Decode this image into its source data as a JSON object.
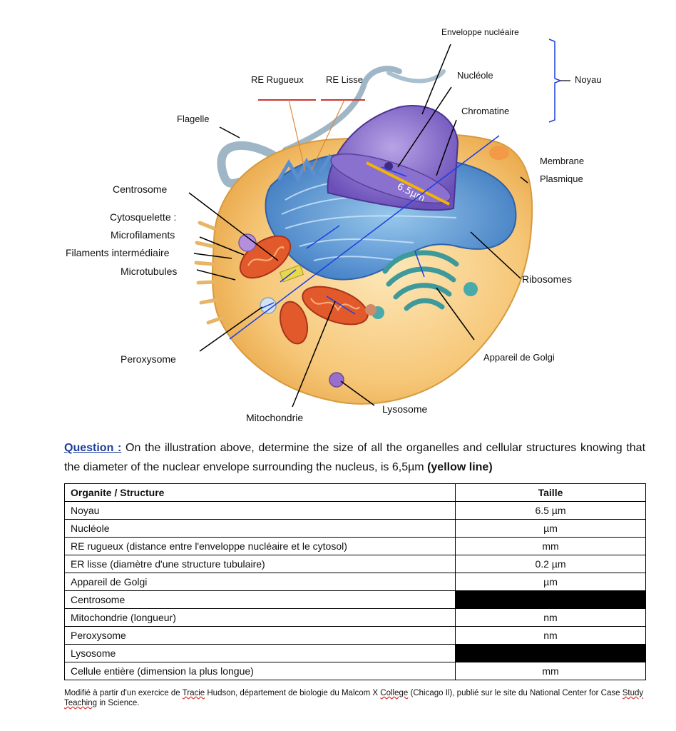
{
  "labels": {
    "enveloppe": "Enveloppe nucléaire",
    "nucleole": "Nucléole",
    "noyau": "Noyau",
    "chromatine": "Chromatine",
    "re_rugueux": "RE Rugueux",
    "re_lisse": "RE Lisse",
    "flagelle": "Flagelle",
    "membrane_line1": "Membrane",
    "membrane_line2": "Plasmique",
    "centrosome": "Centrosome",
    "cytosquelette": "Cytosquelette :",
    "microfilaments": "Microfilaments",
    "filaments": "Filaments intermédiaire",
    "microtubules": "Microtubules",
    "ribosomes": "Ribosomes",
    "peroxysome": "Peroxysome",
    "golgi": "Appareil de Golgi",
    "lysosome": "Lysosome",
    "mitochondrie": "Mitochondrie",
    "scale": "6.5µm"
  },
  "colors": {
    "yellow_line": "#f5b400",
    "blue_line": "#1a3fe0",
    "red_line": "#d0342c",
    "question_label": "#1f3f9a"
  },
  "question": {
    "label": "Question :",
    "text": " On the illustration above, determine the size of all the organelles and cellular structures knowing that the diameter of the nuclear envelope surrounding the nucleus, is 6,5µm ",
    "highlight": "(yellow line)"
  },
  "table": {
    "headers": [
      "Organite / Structure",
      "Taille"
    ],
    "rows": [
      {
        "name": "Noyau",
        "size": "6.5 µm",
        "black": false
      },
      {
        "name": "Nucléole",
        "size": "µm",
        "black": false
      },
      {
        "name": "RE rugueux (distance entre l'enveloppe nucléaire et le cytosol)",
        "size": "mm",
        "black": false
      },
      {
        "name": "ER lisse (diamètre d'une structure tubulaire)",
        "size": "0.2 µm",
        "black": false
      },
      {
        "name": "Appareil de Golgi",
        "size": "µm",
        "black": false
      },
      {
        "name": "Centrosome",
        "size": "",
        "black": true
      },
      {
        "name": "Mitochondrie (longueur)",
        "size": "nm",
        "black": false
      },
      {
        "name": "Peroxysome",
        "size": "nm",
        "black": false
      },
      {
        "name": "Lysosome",
        "size": "",
        "black": true
      },
      {
        "name": "Cellule entière (dimension la plus longue)",
        "size": "mm",
        "black": false
      }
    ]
  },
  "footnote": {
    "part1": "Modifié à partir d'un exercice de ",
    "name1": "Tracie",
    "part2": " Hudson, département de biologie du Malcom X ",
    "college": "College",
    "part3": " (Chicago Il), publié sur le site du National Center for Case ",
    "study": "Study",
    "space": " ",
    "teaching": "Teaching",
    "part4": " in Science."
  }
}
